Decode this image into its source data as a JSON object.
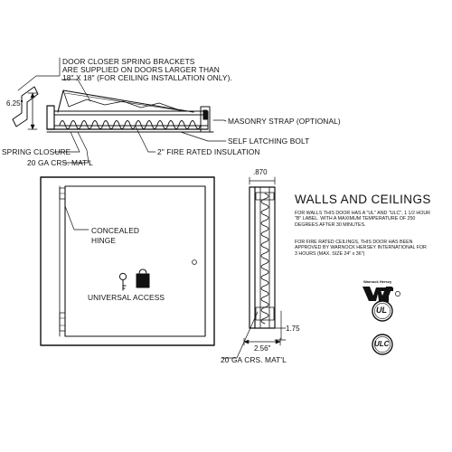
{
  "callouts": {
    "spring_brackets_line1": "DOOR CLOSER SPRING BRACKETS",
    "spring_brackets_line2": "ARE SUPPLIED ON DOORS LARGER THAN",
    "spring_brackets_line3": "18\" X 18\" (FOR CEILING INSTALLATION ONLY).",
    "masonry_strap": "MASONRY STRAP (OPTIONAL)",
    "self_latching_bolt": "SELF LATCHING BOLT",
    "spring_closure": "SPRING CLOSURE",
    "fire_rated_insulation": "2\" FIRE RATED INSULATION",
    "gauge_material_top": "20 GA CRS. MAT'L",
    "concealed_hinge_line1": "CONCEALED",
    "concealed_hinge_line2": "HINGE",
    "universal_access": "UNIVERSAL ACCESS",
    "gauge_material_bottom": "20 GA CRS. MAT'L"
  },
  "dimensions": {
    "height_side": "6.25\"",
    "flange_top": ".870",
    "flange_right": "1.75",
    "depth_bottom": "2.56\""
  },
  "info": {
    "heading": "WALLS AND CEILINGS",
    "paragraph_1": "FOR WALLS THIS DOOR HAS A \"UL\" AND \"ULC\", 1 1/2 HOUR \"B\" LABEL. WITH A MAXIMUM TEMPERATURE OF 250 DEGREES AFTER 30 MINUTES.",
    "paragraph_2": "FOR FIRE RATED CEILINGS, THIS DOOR HAS BEEN APPROVED BY WARNOCK HERSEY INTERNATIONAL FOR 3 HOURS (MAX. SIZE 24\" x 36\")"
  },
  "logos": {
    "warnock_hersey": "Warnock Hersey",
    "ul_listed": "UL",
    "ulc_listed": "ULC"
  }
}
